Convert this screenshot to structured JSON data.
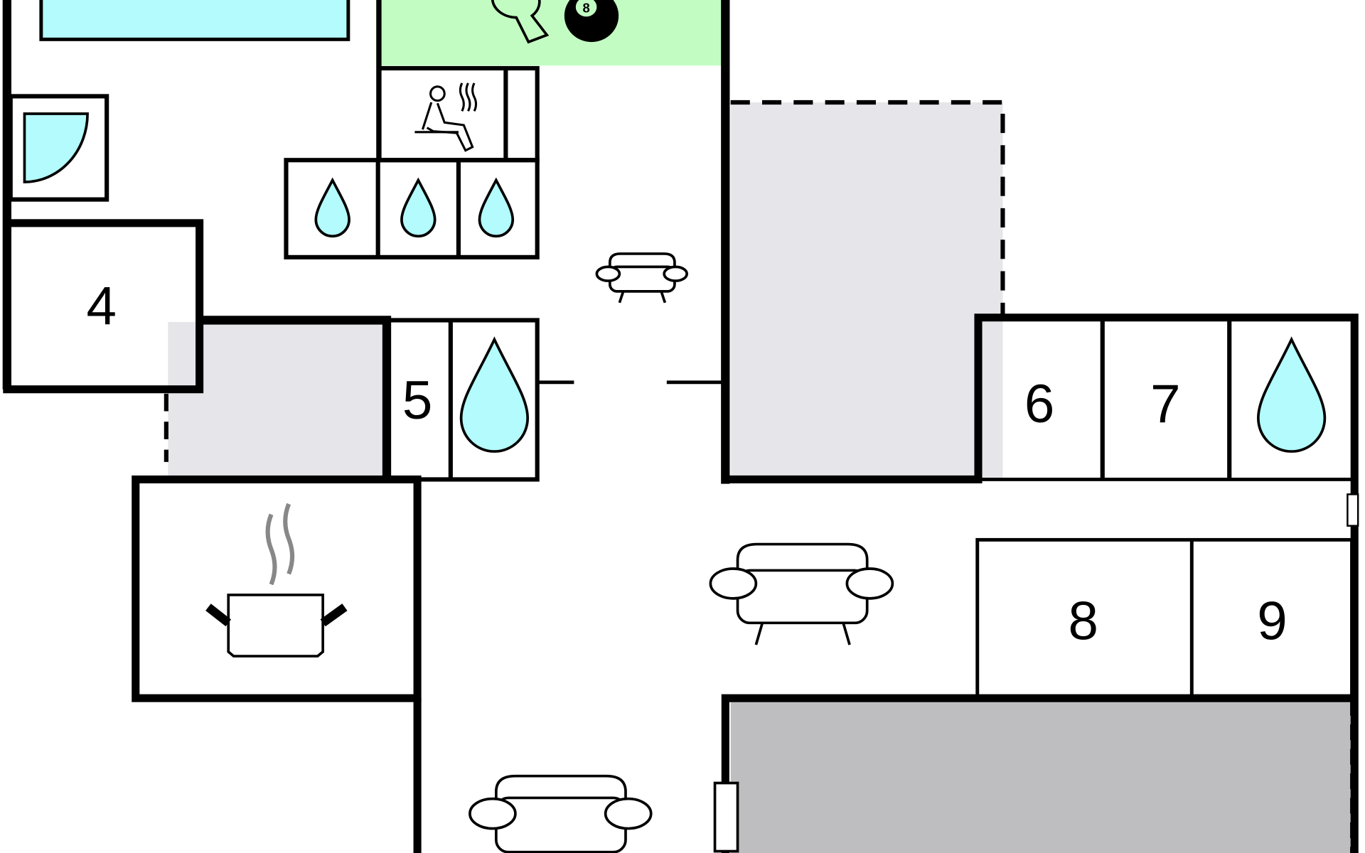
{
  "floor_plan": {
    "rooms": [
      {
        "label": "4"
      },
      {
        "label": "5"
      },
      {
        "label": "6"
      },
      {
        "label": "7"
      },
      {
        "label": "8"
      },
      {
        "label": "9"
      }
    ],
    "billiard_ball_number": "8",
    "colors": {
      "pool": "#b3fbfc",
      "water_icon": "#b3fbfc",
      "game_room": "#c3fcc3",
      "terrace_light": "#e6e6ea",
      "terrace_dark": "#bebec0",
      "wall": "#000000"
    },
    "icons": [
      "pool",
      "shower",
      "ping-pong-paddle",
      "billiard-ball",
      "sauna",
      "water-drop",
      "sofa",
      "cooking-pot",
      "door",
      "window"
    ]
  }
}
